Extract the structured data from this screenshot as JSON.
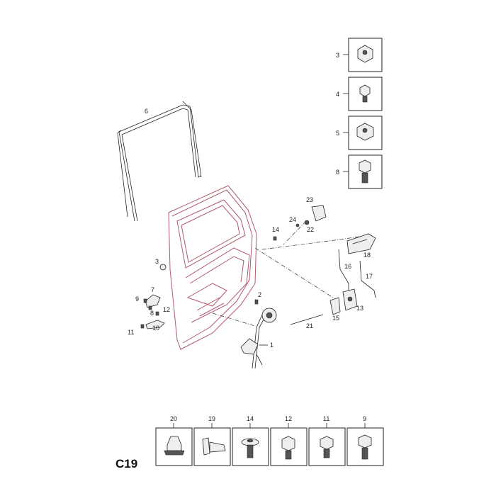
{
  "page_code": "C19",
  "callouts": {
    "c1": "1",
    "c2": "2",
    "c3": "3",
    "c6": "6",
    "c7": "7",
    "c8": "8",
    "c9": "9",
    "c10": "10",
    "c11": "11",
    "c12": "12",
    "c13": "13",
    "c14": "14",
    "c15": "15",
    "c16": "16",
    "c17": "17",
    "c18": "18",
    "c21": "21",
    "c22": "22",
    "c23": "23",
    "c24": "24"
  },
  "right_boxes": [
    "3",
    "4",
    "5",
    "8"
  ],
  "bottom_boxes": [
    "20",
    "19",
    "14",
    "12",
    "11",
    "9"
  ]
}
